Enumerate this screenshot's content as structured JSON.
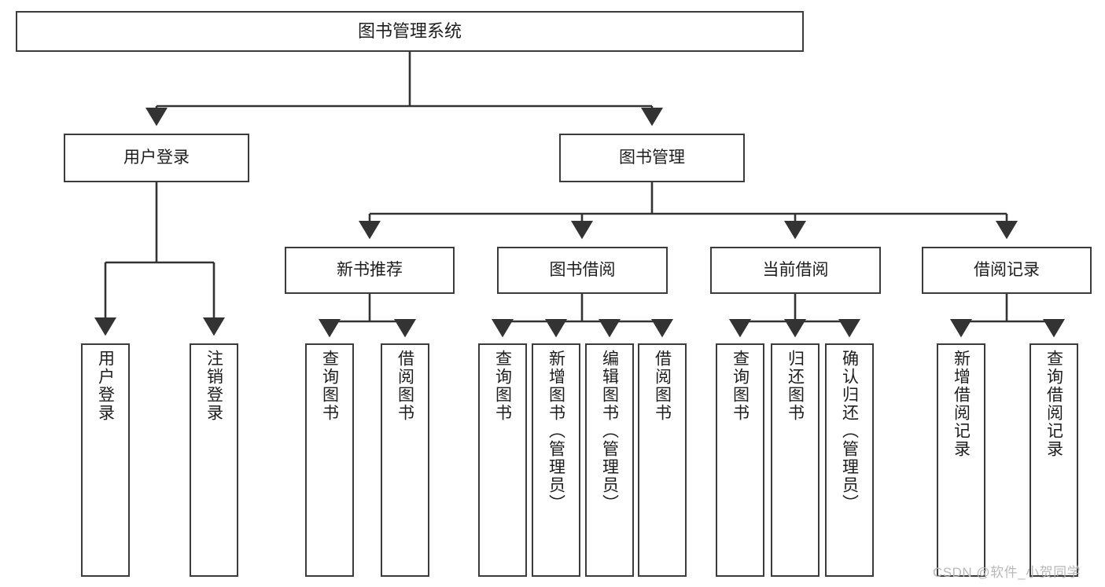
{
  "diagram": {
    "type": "tree-hierarchy",
    "title": "图书管理系统",
    "watermark": "CSDN @软件_小贺同学",
    "colors": {
      "box_border": "#3b3b3b",
      "box_fill": "#ffffff",
      "connector": "#333333",
      "text": "#1d1d1d",
      "watermark": "#b9b9b9",
      "background": "#ffffff"
    },
    "levels": [
      {
        "level": 1,
        "nodes": [
          {
            "id": "root",
            "label": "图书管理系统",
            "orientation": "horizontal"
          }
        ]
      },
      {
        "level": 2,
        "nodes": [
          {
            "id": "user-login",
            "label": "用户登录",
            "orientation": "horizontal",
            "parent": "root"
          },
          {
            "id": "book-manage",
            "label": "图书管理",
            "orientation": "horizontal",
            "parent": "root"
          }
        ]
      },
      {
        "level": 3,
        "nodes": [
          {
            "id": "new-book-recommend",
            "label": "新书推荐",
            "orientation": "horizontal",
            "parent": "book-manage"
          },
          {
            "id": "book-borrow",
            "label": "图书借阅",
            "orientation": "horizontal",
            "parent": "book-manage"
          },
          {
            "id": "current-borrow",
            "label": "当前借阅",
            "orientation": "horizontal",
            "parent": "book-manage"
          },
          {
            "id": "borrow-record",
            "label": "借阅记录",
            "orientation": "horizontal",
            "parent": "book-manage"
          }
        ]
      },
      {
        "level": 4,
        "nodes": [
          {
            "id": "leaf-user-login",
            "label": "用户登录",
            "orientation": "vertical",
            "parent": "user-login"
          },
          {
            "id": "leaf-logout-login",
            "label": "注销登录",
            "orientation": "vertical",
            "parent": "user-login"
          },
          {
            "id": "leaf-query-book-1",
            "label": "查询图书",
            "orientation": "vertical",
            "parent": "new-book-recommend"
          },
          {
            "id": "leaf-borrow-book-1",
            "label": "借阅图书",
            "orientation": "vertical",
            "parent": "new-book-recommend"
          },
          {
            "id": "leaf-query-book-2",
            "label": "查询图书",
            "orientation": "vertical",
            "parent": "book-borrow"
          },
          {
            "id": "leaf-add-book",
            "label": "新增图书（管理员）",
            "orientation": "vertical",
            "parent": "book-borrow"
          },
          {
            "id": "leaf-edit-book",
            "label": "编辑图书（管理员）",
            "orientation": "vertical",
            "parent": "book-borrow"
          },
          {
            "id": "leaf-borrow-book-2",
            "label": "借阅图书",
            "orientation": "vertical",
            "parent": "book-borrow"
          },
          {
            "id": "leaf-query-book-3",
            "label": "查询图书",
            "orientation": "vertical",
            "parent": "current-borrow"
          },
          {
            "id": "leaf-return-book",
            "label": "归还图书",
            "orientation": "vertical",
            "parent": "current-borrow"
          },
          {
            "id": "leaf-confirm-return",
            "label": "确认归还（管理员）",
            "orientation": "vertical",
            "parent": "current-borrow"
          },
          {
            "id": "leaf-add-record",
            "label": "新增借阅记录",
            "orientation": "vertical",
            "parent": "borrow-record"
          },
          {
            "id": "leaf-query-record",
            "label": "查询借阅记录",
            "orientation": "vertical",
            "parent": "borrow-record"
          }
        ]
      }
    ]
  }
}
